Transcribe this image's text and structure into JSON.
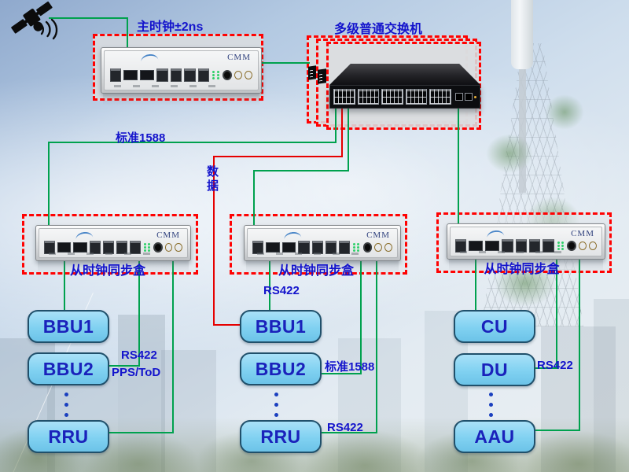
{
  "colors": {
    "line_green": "#00A14E",
    "line_red": "#E60000",
    "frame_dashed_red": "#FF0202",
    "label_blue": "#1414CC",
    "node_fill": "#80D1F1",
    "node_text": "#1A22BB"
  },
  "master": {
    "label": "主时钟±2ns",
    "cmm": "CMM"
  },
  "switch": {
    "label": "多级普通交换机"
  },
  "slave": {
    "label": "从时钟同步盒",
    "cmm": "CMM"
  },
  "links": {
    "std1588_top": "标准1588",
    "data_vertical": "数据",
    "left_rs422": "RS422",
    "left_pps_tod": "PPS/ToD",
    "mid_rs422": "RS422",
    "mid_std1588": "标准1588",
    "mid_rs422_rru": "RS422",
    "right_rs422": "RS422"
  },
  "nodes": {
    "left": [
      "BBU1",
      "BBU2",
      "RRU"
    ],
    "middle": [
      "BBU1",
      "BBU2",
      "RRU"
    ],
    "right": [
      "CU",
      "DU",
      "AAU"
    ]
  }
}
